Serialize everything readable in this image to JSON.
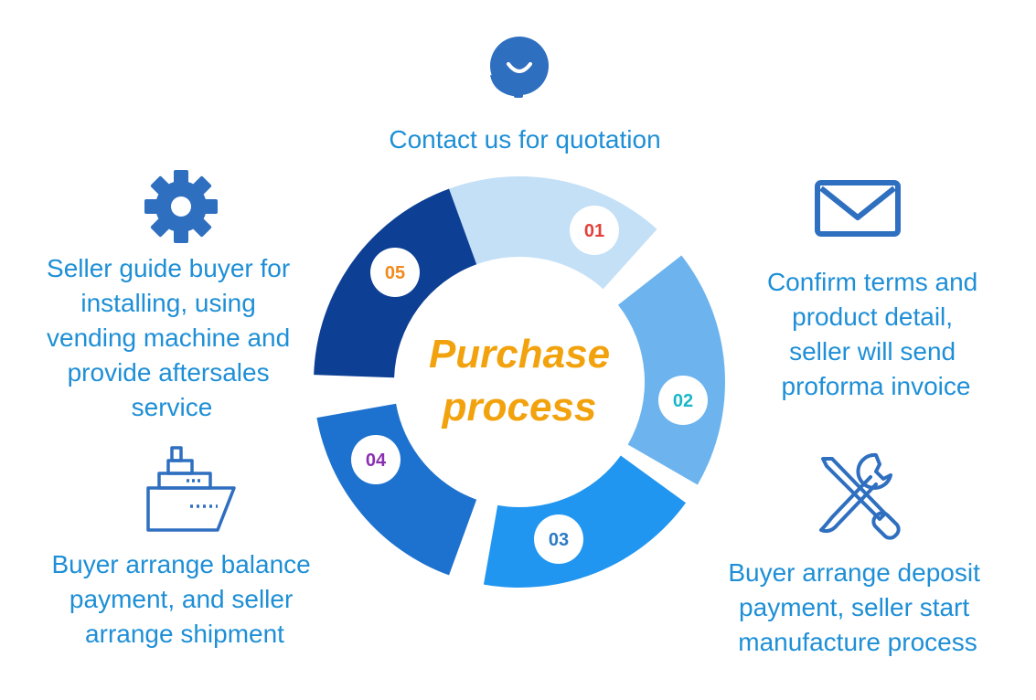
{
  "title": {
    "line1": "Purchase",
    "line2": "process"
  },
  "steps": [
    {
      "number": "01",
      "number_color": "#e2403a",
      "segment_color": "#c4e0f7",
      "icon": "headset-icon",
      "lines": [
        "Contact us for quotation"
      ]
    },
    {
      "number": "02",
      "number_color": "#18b7c8",
      "segment_color": "#6db4ee",
      "icon": "envelope-icon",
      "lines": [
        "Confirm terms and",
        "product detail,",
        "seller will send",
        "proforma invoice"
      ]
    },
    {
      "number": "03",
      "number_color": "#2a7bc4",
      "segment_color": "#2196f0",
      "icon": "wrench-screwdriver-icon",
      "lines": [
        "Buyer arrange deposit",
        "payment, seller start",
        "manufacture process"
      ]
    },
    {
      "number": "04",
      "number_color": "#8a2fb0",
      "segment_color": "#1e72cf",
      "icon": "ship-icon",
      "lines": [
        "Buyer arrange balance",
        "payment, and seller",
        "arrange shipment"
      ]
    },
    {
      "number": "05",
      "number_color": "#f08a1c",
      "segment_color": "#0d3f94",
      "icon": "gear-icon",
      "lines": [
        "Seller guide buyer for",
        "installing, using",
        "vending machine and",
        "provide aftersales",
        "service"
      ]
    }
  ],
  "colors": {
    "text": "#1e8fd6",
    "icon": "#2f6fc0",
    "title": "#f2a20c"
  }
}
